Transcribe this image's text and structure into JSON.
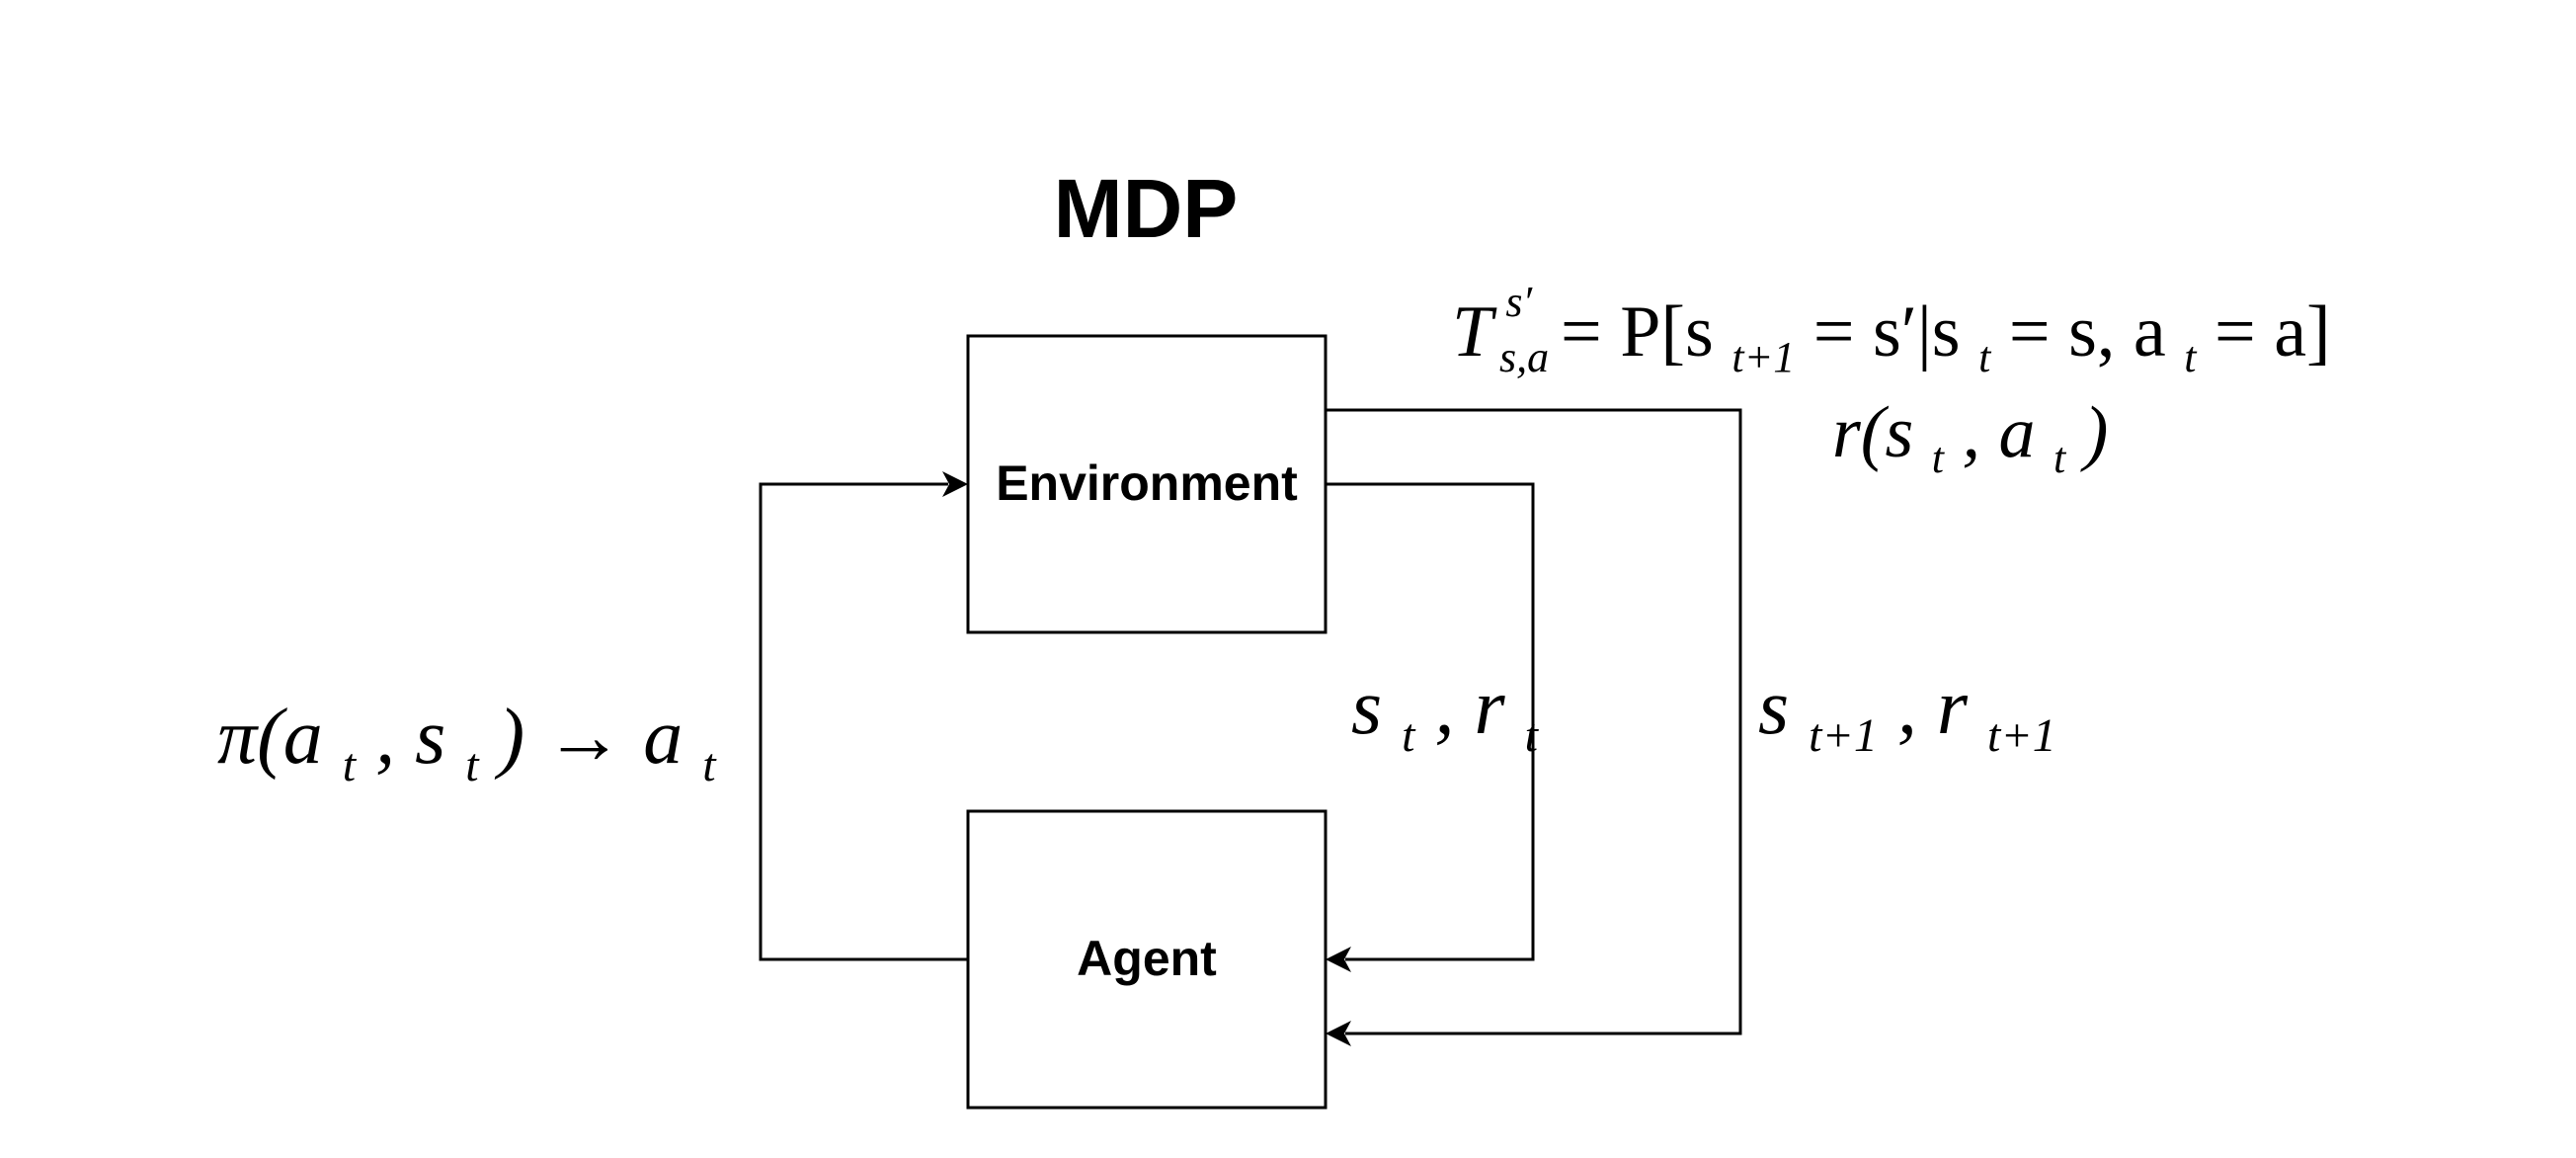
{
  "title": "MDP",
  "nodes": {
    "environment": "Environment",
    "agent": "Agent"
  },
  "formulas": {
    "transition": {
      "T": "T",
      "sup": "s′",
      "sub": "s,a",
      "rhs_lead": "= P[s",
      "rhs_sub1": "t+1",
      "rhs_mid": " = s′|s",
      "rhs_sub2": "t",
      "rhs_mid2": " = s, a",
      "rhs_sub3": "t",
      "rhs_tail": " = a]"
    },
    "reward": {
      "lead": "r(s",
      "sub1": "t",
      "mid": ", a",
      "sub2": "t",
      "tail": ")"
    },
    "policy": {
      "lead": "π(a",
      "sub1": "t",
      "mid": ", s",
      "sub2": "t",
      "mid2": ") → a",
      "sub3": "t"
    },
    "state_reward": {
      "s": "s",
      "sub1": "t",
      "mid": ", r",
      "sub2": "t"
    },
    "next_state_reward": {
      "s": "s",
      "sub1": "t+1",
      "mid": ", r",
      "sub2": "t+1"
    }
  }
}
